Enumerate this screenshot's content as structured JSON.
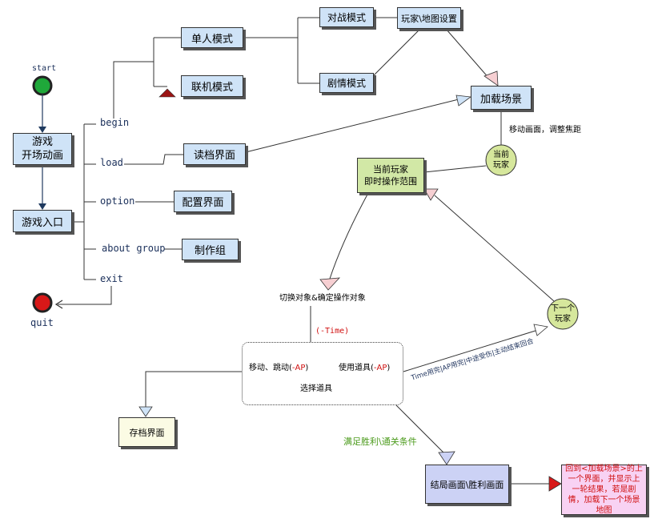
{
  "terminals": {
    "start_label": "start",
    "quit_label": "quit"
  },
  "nodes": {
    "game_intro": "游戏\n开场动画",
    "game_entry": "游戏入口",
    "single_mode": "单人模式",
    "online_mode": "联机模式",
    "battle_mode": "对战模式",
    "story_mode": "剧情模式",
    "player_map_setup": "玩家\\地图设置",
    "loading_scene": "加载场景",
    "load_screen": "读档界面",
    "config_screen": "配置界面",
    "credits": "制作组",
    "current_player_range": "当前玩家\n即时操作范围",
    "current_player_circle": "当前\n玩家",
    "next_player_circle": "下一个\n玩家",
    "save_screen": "存档界面",
    "ending_screen": "结局画面\\胜利画面",
    "return_note": "回到<加载场景>的上一个界面，并显示上一轮结果，若是剧情，加载下一个场景地图"
  },
  "menu_options": {
    "begin": "begin",
    "load": "load",
    "option": "option",
    "about": "about group",
    "exit": "exit"
  },
  "action_box": {
    "move_jump_prefix": "移动、跳动(",
    "move_jump_cost": "-AP",
    "move_jump_suffix": ")",
    "use_item_prefix": "使用道具(",
    "use_item_cost": "-AP",
    "use_item_suffix": ")",
    "select_item": "选择道具"
  },
  "edge_labels": {
    "move_camera": "移动画面，调整焦距",
    "switch_target": "切换对象&确定操作对象",
    "time_cost": "(-Time)",
    "turn_end": "Time用完|AP用完|中途受伤|主动结束回合",
    "win_condition": "满足胜利\\通关条件"
  },
  "colors": {
    "start_green": "#1fa83a",
    "quit_red": "#d81818",
    "arrow_dark": "#1f3a5f",
    "win_green": "#4a9a1a",
    "note_red": "#d01010"
  }
}
